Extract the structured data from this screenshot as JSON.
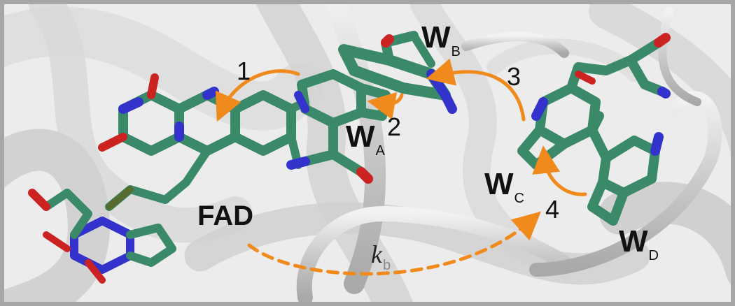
{
  "labels": {
    "w_main": "W",
    "wa_sub": "A",
    "wb_sub": "B",
    "wc_sub": "C",
    "wd_sub": "D",
    "fad": "FAD",
    "k": "k",
    "k_sub": "b"
  },
  "steps": [
    "1",
    "2",
    "3",
    "4"
  ],
  "colors": {
    "arrow": "#f08a1c",
    "tryptophan": "#3a8a6a",
    "nitrogen": "#3333cc",
    "oxygen": "#cc2222",
    "protein": "#d4d4d4",
    "border": "#a6a6a6"
  }
}
